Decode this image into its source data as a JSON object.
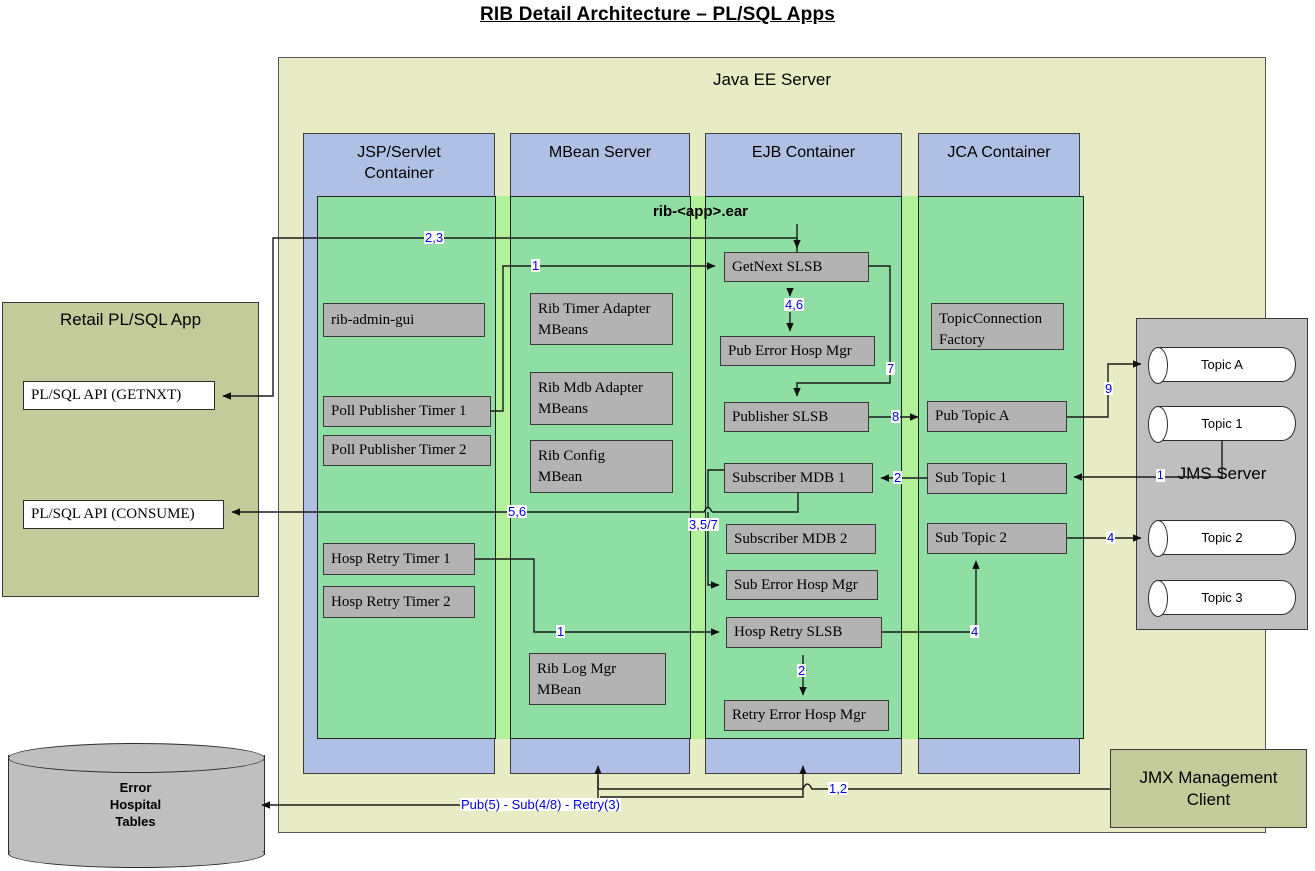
{
  "title": "RIB Detail Architecture – PL/SQL Apps",
  "java_ee_server": {
    "label": "Java EE Server",
    "ear_label": "rib-<app>.ear",
    "columns": [
      {
        "name": "jsp-servlet-container",
        "label": "JSP/Servlet\nContainer"
      },
      {
        "name": "mbean-server",
        "label": "MBean Server"
      },
      {
        "name": "ejb-container",
        "label": "EJB Container"
      },
      {
        "name": "jca-container",
        "label": "JCA Container"
      }
    ],
    "jsp_servlet_items": [
      {
        "label": "rib-admin-gui"
      },
      {
        "label": "Poll Publisher Timer 1"
      },
      {
        "label": "Poll Publisher Timer 2"
      },
      {
        "label": "Hosp Retry Timer 1"
      },
      {
        "label": "Hosp Retry Timer 2"
      }
    ],
    "mbean_items": [
      {
        "label": "Rib Timer Adapter\nMBeans"
      },
      {
        "label": "Rib Mdb Adapter\nMBeans"
      },
      {
        "label": "Rib Config\nMBean"
      },
      {
        "label": "Rib Log Mgr\nMBean"
      }
    ],
    "ejb_items": [
      {
        "label": "GetNext SLSB"
      },
      {
        "label": "Pub Error Hosp Mgr"
      },
      {
        "label": "Publisher SLSB"
      },
      {
        "label": "Subscriber MDB 1"
      },
      {
        "label": "Subscriber MDB 2"
      },
      {
        "label": "Sub Error Hosp Mgr"
      },
      {
        "label": "Hosp Retry SLSB"
      },
      {
        "label": "Retry Error Hosp Mgr"
      }
    ],
    "jca_items": [
      {
        "label": "TopicConnection\nFactory"
      },
      {
        "label": "Pub Topic A"
      },
      {
        "label": "Sub Topic 1"
      },
      {
        "label": "Sub Topic 2"
      }
    ]
  },
  "retail_app": {
    "label": "Retail PL/SQL App",
    "apis": [
      {
        "label": "PL/SQL API (GETNXT)"
      },
      {
        "label": "PL/SQL API (CONSUME)"
      }
    ]
  },
  "jms_server": {
    "label": "JMS Server",
    "topics": [
      {
        "label": "Topic A"
      },
      {
        "label": "Topic 1"
      },
      {
        "label": "Topic 2"
      },
      {
        "label": "Topic 3"
      }
    ]
  },
  "error_hospital": {
    "label": "Error\nHospital\nTables"
  },
  "jmx_client": {
    "label": "JMX Management\nClient"
  },
  "connector_labels": {
    "poll_to_getnext": "1",
    "getnext_to_plsql_getnxt": "2,3",
    "getnext_pub_error": "4,6",
    "pub_error_to_publisher": "7",
    "publisher_to_pubtopic": "8",
    "pubtopic_to_topica": "9",
    "topic1_to_subtopic1": "1",
    "subtopic1_to_mdb1": "2",
    "mdb1_to_plsql_consume": "5,6",
    "mdb1_to_sub_error": "3,5/7",
    "hosp_timer_to_retry_slsb": "1",
    "retry_slsb_to_retry_error": "2",
    "retry_slsb_to_subtopic2": "4",
    "subtopic2_to_topic2": "4",
    "hospital_line": "Pub(5) - Sub(4/8) - Retry(3)",
    "jmx_line": "1,2"
  },
  "colors": {
    "java_ee_server": "#e8ecc4",
    "container_blue": "#b0c0e4",
    "ear_green": "#8fdfa4",
    "ear_green_light": "#b2f09a",
    "component_gray": "#b3b3b3",
    "retail_olive": "#c4cb9b",
    "jms_gray": "#bfbfbf",
    "connector_label": "#0000dd"
  }
}
